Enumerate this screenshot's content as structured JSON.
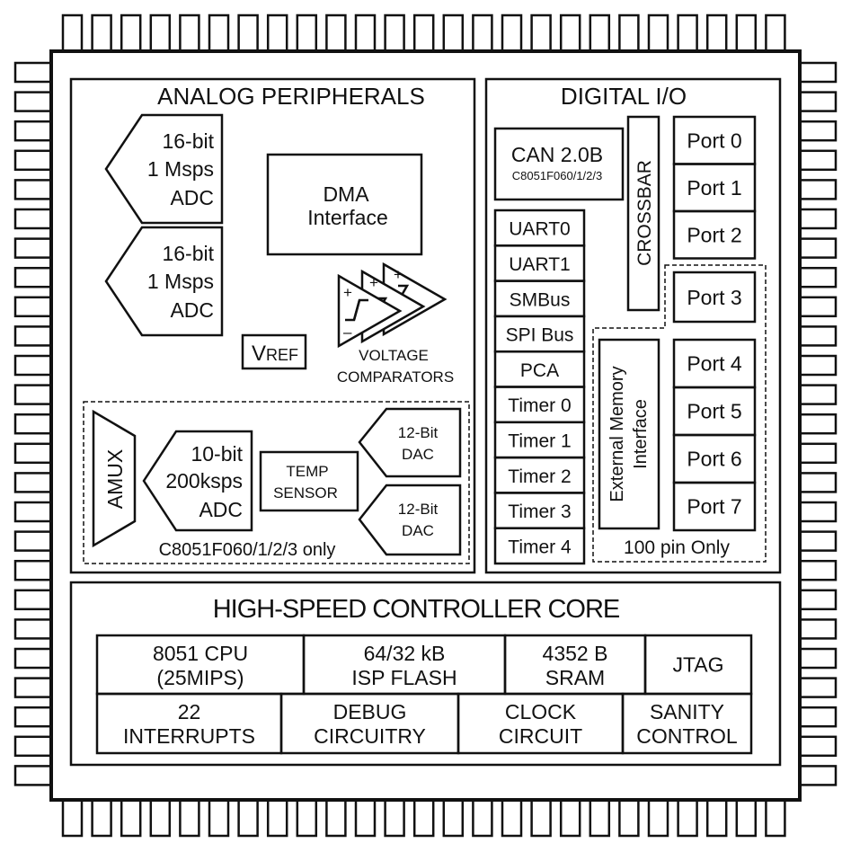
{
  "analog": {
    "title": "ANALOG PERIPHERALS",
    "adc1": [
      "16-bit",
      "1 Msps",
      "ADC"
    ],
    "adc2": [
      "16-bit",
      "1 Msps",
      "ADC"
    ],
    "dma": [
      "DMA",
      "Interface"
    ],
    "vref": {
      "main": "V",
      "sub": "REF"
    },
    "comparators": [
      "VOLTAGE",
      "COMPARATORS"
    ],
    "amux": "AMUX",
    "adc3": [
      "10-bit",
      "200ksps",
      "ADC"
    ],
    "temp": [
      "TEMP",
      "SENSOR"
    ],
    "dac1": [
      "12-Bit",
      "DAC"
    ],
    "dac2": [
      "12-Bit",
      "DAC"
    ],
    "only_note": "C8051F060/1/2/3 only"
  },
  "digital": {
    "title": "DIGITAL I/O",
    "can": [
      "CAN 2.0B",
      "C8051F060/1/2/3"
    ],
    "peripherals": [
      "UART0",
      "UART1",
      "SMBus",
      "SPI Bus",
      "PCA",
      "Timer 0",
      "Timer 1",
      "Timer 2",
      "Timer 3",
      "Timer 4"
    ],
    "crossbar": "CROSSBAR",
    "ports_upper": [
      "Port 0",
      "Port 1",
      "Port 2"
    ],
    "port3": "Port 3",
    "emif": [
      "External Memory",
      "Interface"
    ],
    "ports_lower": [
      "Port 4",
      "Port 5",
      "Port 6",
      "Port 7"
    ],
    "pin_note": "100 pin Only"
  },
  "core": {
    "title": "HIGH-SPEED CONTROLLER CORE",
    "row1": [
      [
        "8051 CPU",
        "(25MIPS)"
      ],
      [
        "64/32 kB",
        "ISP FLASH"
      ],
      [
        "4352 B",
        "SRAM"
      ],
      [
        "JTAG"
      ]
    ],
    "row2": [
      [
        "22",
        "INTERRUPTS"
      ],
      [
        "DEBUG",
        "CIRCUITRY"
      ],
      [
        "CLOCK",
        "CIRCUIT"
      ],
      [
        "SANITY",
        "CONTROL"
      ]
    ]
  }
}
